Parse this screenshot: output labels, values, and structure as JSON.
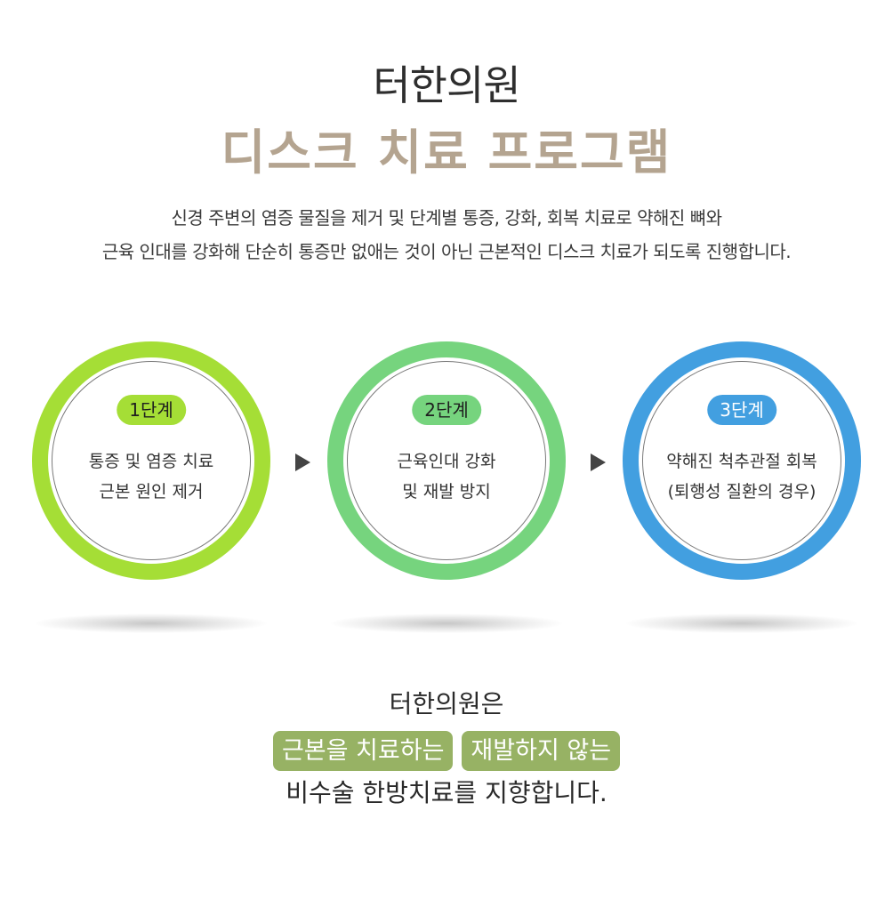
{
  "header": {
    "title": "터한의원",
    "subtitle": "디스크 치료 프로그램",
    "subtitle_color": "#b4a490"
  },
  "description": {
    "line1": "신경 주변의 염증 물질을 제거 및 단계별 통증, 강화, 회복 치료로 약해진 뼈와",
    "line2": "근육 인대를 강화해 단순히 통증만 없애는 것이 아닌 근본적인 디스크 치료가 되도록 진행합니다."
  },
  "steps": [
    {
      "badge": "1단계",
      "line1": "통증 및 염증 치료",
      "line2": "근본 원인 제거",
      "ring_color": "#a5de36",
      "badge_color": "#a5de36"
    },
    {
      "badge": "2단계",
      "line1": "근육인대 강화",
      "line2": "및 재발 방지",
      "ring_color": "#76d47e",
      "badge_color": "#76d47e"
    },
    {
      "badge": "3단계",
      "line1": "약해진 척추관절 회복",
      "line2": "(퇴행성 질환의 경우)",
      "ring_color": "#429fe0",
      "badge_color": "#429fe0"
    }
  ],
  "arrow_icon": "triangle-right-icon",
  "conclusion": {
    "line1": "터한의원은",
    "tags": [
      "근본을 치료하는",
      "재발하지 않는"
    ],
    "tag_color": "#97b264",
    "line2": "비수술 한방치료를 지향합니다."
  }
}
